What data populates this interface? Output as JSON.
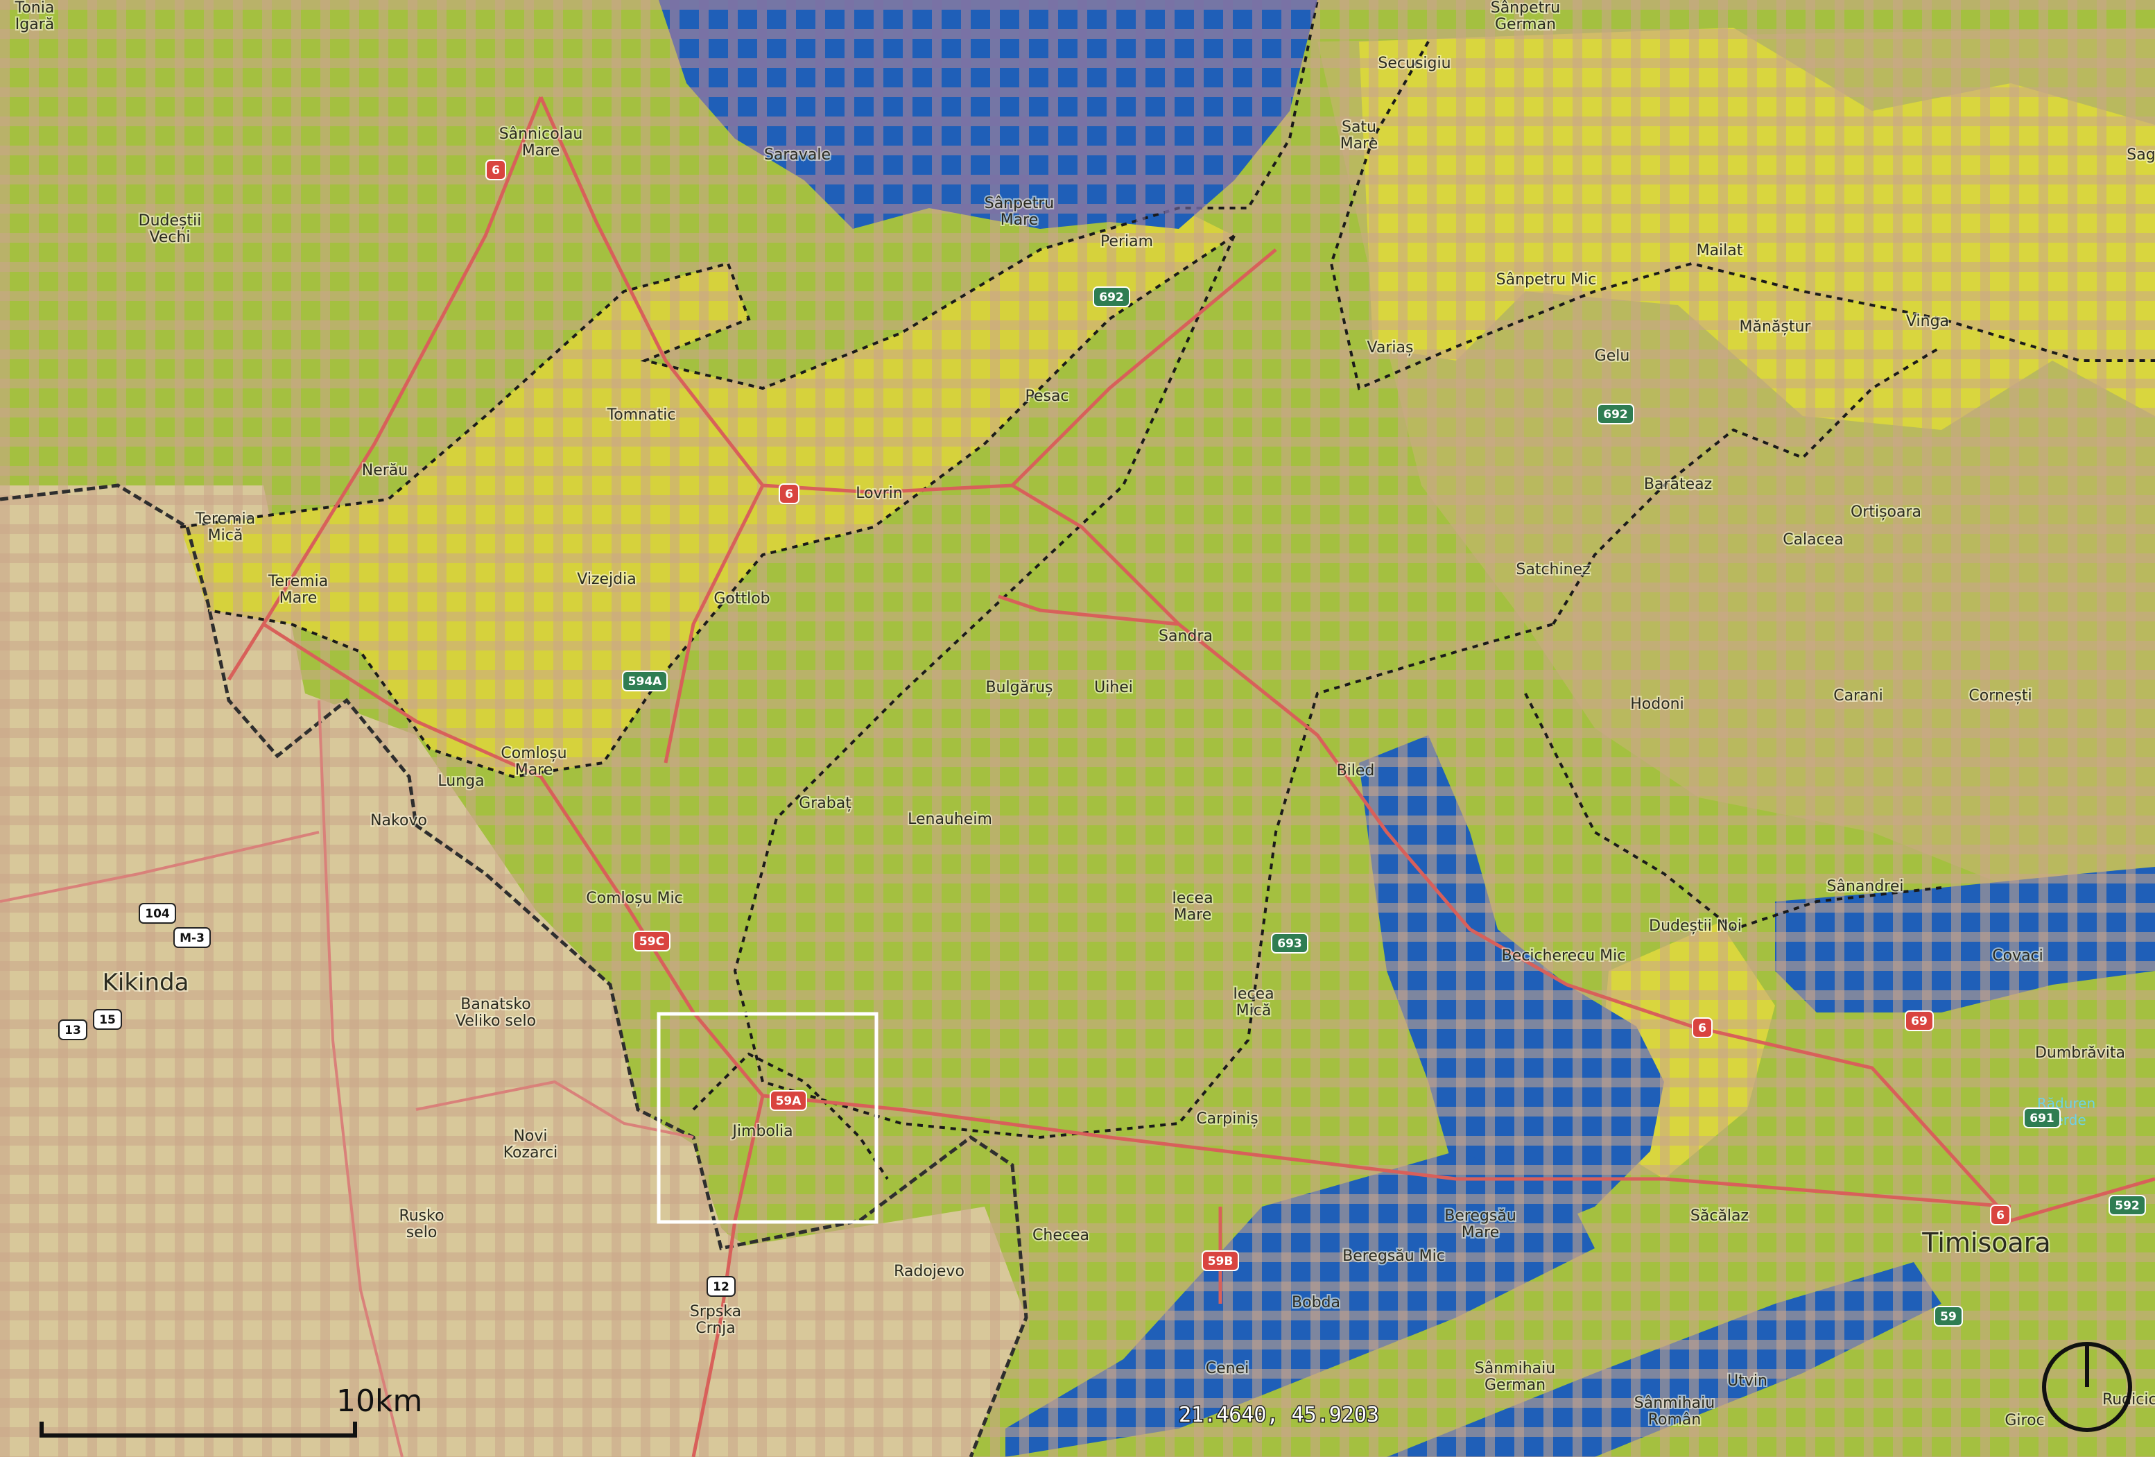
{
  "map": {
    "colors": {
      "land_tan": "#d8c89a",
      "green_zone": "#9bbf3c",
      "yellow_zone": "#d8d63a",
      "olive_zone": "#b7b85a",
      "water": "#1f5fb8",
      "grid_line": "#c49a82",
      "road": "#d8605a",
      "border": "#2e2e2e"
    },
    "scale_label": "10km",
    "coordinates": "21.4640, 45.9203",
    "compass_icon": "compass-rose-icon",
    "places": [
      {
        "id": "sannicolau",
        "lines": [
          "Sânnicolau",
          "Mare"
        ],
        "size": "normal"
      },
      {
        "id": "dudestii-vechi",
        "lines": [
          "Dudeștii",
          "Vechi"
        ],
        "size": "normal"
      },
      {
        "id": "periam",
        "lines": [
          "Periam"
        ],
        "size": "normal"
      },
      {
        "id": "sanpetru-mare",
        "lines": [
          "Sânpetru",
          "Mare"
        ],
        "size": "normal"
      },
      {
        "id": "saravale",
        "lines": [
          "Saravale"
        ],
        "size": "normal"
      },
      {
        "id": "sanpetru-german",
        "lines": [
          "Sânpetru",
          "German"
        ],
        "size": "normal"
      },
      {
        "id": "secusigiu",
        "lines": [
          "Secusigiu"
        ],
        "size": "normal"
      },
      {
        "id": "pecica-mare",
        "lines": [
          "Satu",
          "Mare"
        ],
        "size": "normal"
      },
      {
        "id": "sanpetru-mic",
        "lines": [
          "Sânpetru Mic"
        ],
        "size": "normal"
      },
      {
        "id": "mailat",
        "lines": [
          "Mailat"
        ],
        "size": "normal"
      },
      {
        "id": "manastur",
        "lines": [
          "Mănăștur"
        ],
        "size": "normal"
      },
      {
        "id": "vinga",
        "lines": [
          "Vinga"
        ],
        "size": "normal"
      },
      {
        "id": "varias",
        "lines": [
          "Variaș"
        ],
        "size": "normal"
      },
      {
        "id": "gelu",
        "lines": [
          "Gelu"
        ],
        "size": "normal"
      },
      {
        "id": "tomnatic",
        "lines": [
          "Tomnatic"
        ],
        "size": "normal"
      },
      {
        "id": "pesac",
        "lines": [
          "Pesac"
        ],
        "size": "normal"
      },
      {
        "id": "lovrin",
        "lines": [
          "Lovrin"
        ],
        "size": "normal"
      },
      {
        "id": "nerau",
        "lines": [
          "Nerău"
        ],
        "size": "normal"
      },
      {
        "id": "teremia-mica",
        "lines": [
          "Teremia",
          "Mică"
        ],
        "size": "normal"
      },
      {
        "id": "teremia-mare",
        "lines": [
          "Teremia",
          "Mare"
        ],
        "size": "normal"
      },
      {
        "id": "vizejdia",
        "lines": [
          "Vizejdia"
        ],
        "size": "normal"
      },
      {
        "id": "gottlob",
        "lines": [
          "Gottlob"
        ],
        "size": "normal"
      },
      {
        "id": "baratcaz",
        "lines": [
          "Barateaz"
        ],
        "size": "normal"
      },
      {
        "id": "ortisoara",
        "lines": [
          "Ortișoara"
        ],
        "size": "normal"
      },
      {
        "id": "calacea",
        "lines": [
          "Calacea"
        ],
        "size": "normal"
      },
      {
        "id": "satchinez",
        "lines": [
          "Satchinez"
        ],
        "size": "normal"
      },
      {
        "id": "sandra",
        "lines": [
          "Sandra"
        ],
        "size": "normal"
      },
      {
        "id": "bulgarus",
        "lines": [
          "Bulgăruș"
        ],
        "size": "normal"
      },
      {
        "id": "uihei",
        "lines": [
          "Uihei"
        ],
        "size": "normal"
      },
      {
        "id": "hodoni",
        "lines": [
          "Hodoni"
        ],
        "size": "normal"
      },
      {
        "id": "carani",
        "lines": [
          "Carani"
        ],
        "size": "normal"
      },
      {
        "id": "cornesti",
        "lines": [
          "Cornești"
        ],
        "size": "normal"
      },
      {
        "id": "comlosu-mare",
        "lines": [
          "Comloșu",
          "Mare"
        ],
        "size": "normal"
      },
      {
        "id": "lunga",
        "lines": [
          "Lunga"
        ],
        "size": "normal"
      },
      {
        "id": "nakovo",
        "lines": [
          "Nakovo"
        ],
        "size": "normal"
      },
      {
        "id": "biled",
        "lines": [
          "Biled"
        ],
        "size": "normal"
      },
      {
        "id": "grabat",
        "lines": [
          "Grabaț"
        ],
        "size": "normal"
      },
      {
        "id": "lenauheim",
        "lines": [
          "Lenauheim"
        ],
        "size": "normal"
      },
      {
        "id": "comlosu-mic",
        "lines": [
          "Comloșu Mic"
        ],
        "size": "normal"
      },
      {
        "id": "iecea-mare",
        "lines": [
          "Iecea",
          "Mare"
        ],
        "size": "normal"
      },
      {
        "id": "sanandrei",
        "lines": [
          "Sânandrei"
        ],
        "size": "normal"
      },
      {
        "id": "dudestii-noi",
        "lines": [
          "Dudeștii Noi"
        ],
        "size": "normal"
      },
      {
        "id": "becicherecu",
        "lines": [
          "Becicherecu Mic"
        ],
        "size": "normal"
      },
      {
        "id": "covaci",
        "lines": [
          "Covaci"
        ],
        "size": "normal"
      },
      {
        "id": "kikinda",
        "lines": [
          "Kikinda"
        ],
        "size": "big"
      },
      {
        "id": "banatsko",
        "lines": [
          "Banatsko",
          "Veliko selo"
        ],
        "size": "normal"
      },
      {
        "id": "iecea-mica",
        "lines": [
          "Iecea",
          "Mică"
        ],
        "size": "normal"
      },
      {
        "id": "dumbravita",
        "lines": [
          "Dumbrăvita"
        ],
        "size": "normal"
      },
      {
        "id": "jimbolia",
        "lines": [
          "Jimbolia"
        ],
        "size": "normal"
      },
      {
        "id": "carpinis",
        "lines": [
          "Carpiniș"
        ],
        "size": "normal"
      },
      {
        "id": "novi-kozarci",
        "lines": [
          "Novi",
          "Kozarci"
        ],
        "size": "normal"
      },
      {
        "id": "checea",
        "lines": [
          "Checea"
        ],
        "size": "normal"
      },
      {
        "id": "becicherecu-mare",
        "lines": [
          "Beregsău",
          "Mare"
        ],
        "size": "normal"
      },
      {
        "id": "sacalaz",
        "lines": [
          "Săcălaz"
        ],
        "size": "normal"
      },
      {
        "id": "timisoara",
        "lines": [
          "Timisoara"
        ],
        "size": "huge"
      },
      {
        "id": "rusko-selo",
        "lines": [
          "Rusko",
          "selo"
        ],
        "size": "normal"
      },
      {
        "id": "radojevo",
        "lines": [
          "Radojevo"
        ],
        "size": "normal"
      },
      {
        "id": "beregsau-mic",
        "lines": [
          "Beregsău Mic"
        ],
        "size": "normal"
      },
      {
        "id": "srpska-crnja",
        "lines": [
          "Srpska",
          "Crnja"
        ],
        "size": "normal"
      },
      {
        "id": "bobda",
        "lines": [
          "Bobda"
        ],
        "size": "normal"
      },
      {
        "id": "cenei",
        "lines": [
          "Cenei"
        ],
        "size": "normal"
      },
      {
        "id": "sanmihaiu-german",
        "lines": [
          "Sânmihaiu",
          "German"
        ],
        "size": "normal"
      },
      {
        "id": "sanmihaiu-roman",
        "lines": [
          "Sânmihaiu",
          "Român"
        ],
        "size": "normal"
      },
      {
        "id": "utvin",
        "lines": [
          "Utvin"
        ],
        "size": "normal"
      },
      {
        "id": "giroc",
        "lines": [
          "Giroc"
        ],
        "size": "normal"
      },
      {
        "id": "ruderica",
        "lines": [
          "Rudicica"
        ],
        "size": "normal"
      },
      {
        "id": "radurea-verde",
        "lines": [
          "Răduren",
          "Verde"
        ],
        "size": "water"
      },
      {
        "id": "sag",
        "lines": [
          "Sag"
        ],
        "size": "normal"
      },
      {
        "id": "igara",
        "lines": [
          "Tonia",
          "Igară"
        ],
        "size": "normal"
      }
    ],
    "road_shields": [
      {
        "id": "r6-sann",
        "label": "6",
        "style": "red"
      },
      {
        "id": "r692a",
        "label": "692",
        "style": "green"
      },
      {
        "id": "r692b",
        "label": "692",
        "style": "green"
      },
      {
        "id": "r6-lovrin",
        "label": "6",
        "style": "red"
      },
      {
        "id": "r594a",
        "label": "594A",
        "style": "green"
      },
      {
        "id": "r104",
        "label": "104",
        "style": "box"
      },
      {
        "id": "rm3",
        "label": "M-3",
        "style": "box"
      },
      {
        "id": "r13",
        "label": "13",
        "style": "box"
      },
      {
        "id": "r15",
        "label": "15",
        "style": "box"
      },
      {
        "id": "r59c",
        "label": "59C",
        "style": "red"
      },
      {
        "id": "r693",
        "label": "693",
        "style": "green"
      },
      {
        "id": "r59a",
        "label": "59A",
        "style": "red"
      },
      {
        "id": "r6-bec",
        "label": "6",
        "style": "red"
      },
      {
        "id": "r69",
        "label": "69",
        "style": "red"
      },
      {
        "id": "r691",
        "label": "691",
        "style": "green"
      },
      {
        "id": "r12",
        "label": "12",
        "style": "box"
      },
      {
        "id": "r59b",
        "label": "59B",
        "style": "red"
      },
      {
        "id": "r6-tim",
        "label": "6",
        "style": "red"
      },
      {
        "id": "r592",
        "label": "592",
        "style": "green"
      },
      {
        "id": "r59",
        "label": "59",
        "style": "green"
      }
    ]
  }
}
